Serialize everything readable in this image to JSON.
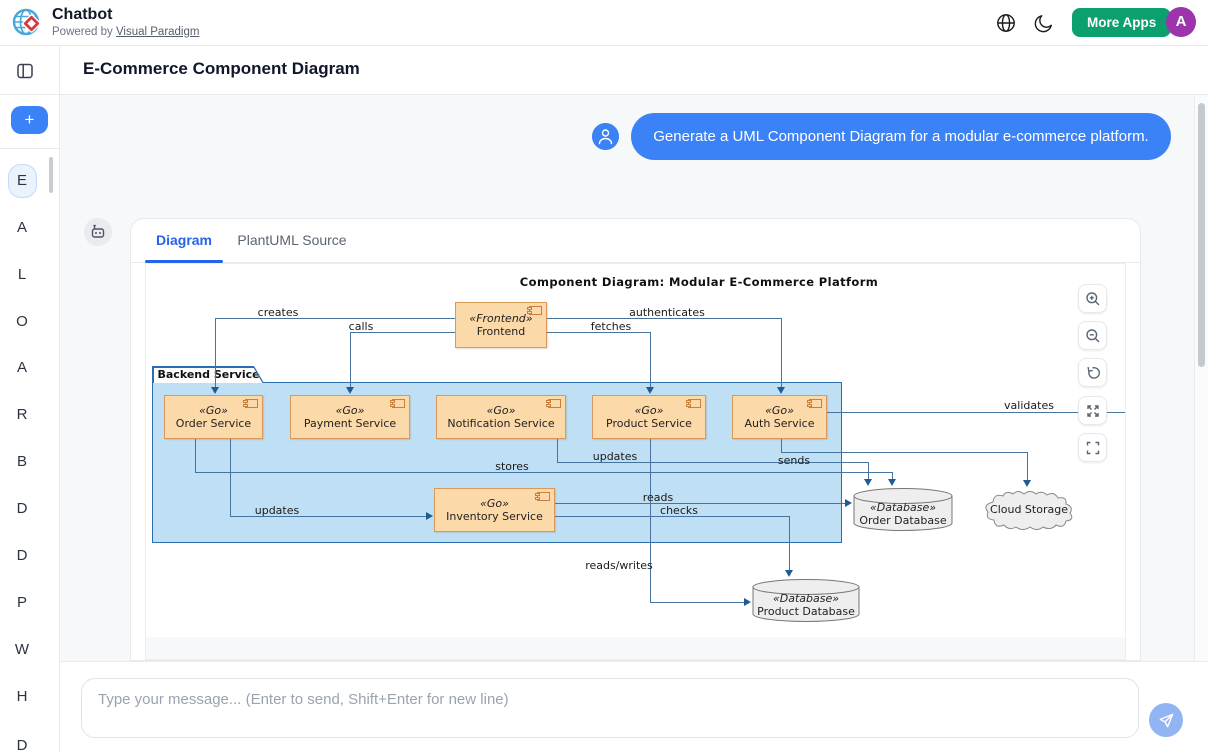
{
  "header": {
    "app_title": "Chatbot",
    "powered_by": "Powered by",
    "powered_link": "Visual Paradigm",
    "more_apps_label": "More Apps",
    "avatar_initial": "A"
  },
  "page": {
    "title": "E-Commerce Component Diagram"
  },
  "sidebar": {
    "new_chat_label": "+",
    "letters": [
      "E",
      "A",
      "L",
      "O",
      "A",
      "R",
      "B",
      "D",
      "D",
      "P",
      "W",
      "H",
      "D"
    ]
  },
  "chat": {
    "user_message": "Generate a UML Component Diagram for a modular e-commerce platform.",
    "input_placeholder": "Type your message... (Enter to send, Shift+Enter for new line)"
  },
  "card": {
    "tab_diagram": "Diagram",
    "tab_source": "PlantUML Source"
  },
  "diagram": {
    "title": "Component Diagram: Modular E-Commerce Platform",
    "package_label": "Backend Services",
    "frontend": {
      "stereotype": "«Frontend»",
      "name": "Frontend"
    },
    "services": [
      {
        "stereotype": "«Go»",
        "name": "Order Service"
      },
      {
        "stereotype": "«Go»",
        "name": "Payment Service"
      },
      {
        "stereotype": "«Go»",
        "name": "Notification Service"
      },
      {
        "stereotype": "«Go»",
        "name": "Product Service"
      },
      {
        "stereotype": "«Go»",
        "name": "Auth Service"
      },
      {
        "stereotype": "«Go»",
        "name": "Inventory Service"
      }
    ],
    "databases": [
      {
        "stereotype": "«Database»",
        "name": "Order Database"
      },
      {
        "stereotype": "«Database»",
        "name": "Product Database"
      }
    ],
    "cloud": {
      "name": "Cloud Storage"
    },
    "edges": {
      "creates": "creates",
      "calls": "calls",
      "authenticates": "authenticates",
      "fetches": "fetches",
      "validates": "validates",
      "updates_order": "updates",
      "stores": "stores",
      "sends": "sends",
      "reads": "reads",
      "checks": "checks",
      "updates_inventory": "updates",
      "reads_writes": "reads/writes"
    },
    "controls": [
      "zoom-in",
      "zoom-out",
      "reset",
      "expand",
      "fullscreen"
    ]
  },
  "colors": {
    "accent_blue": "#3b82f6",
    "tab_active_blue": "#2563eb",
    "more_apps_green": "#0ba06e",
    "avatar_purple": "#9c34ab",
    "component_fill": "#fcd9a8",
    "component_border": "#d9995c",
    "package_fill": "#bfdff4",
    "package_border": "#2a6db0",
    "edge_blue": "#46749f",
    "node_gray": "#eeeeee"
  }
}
